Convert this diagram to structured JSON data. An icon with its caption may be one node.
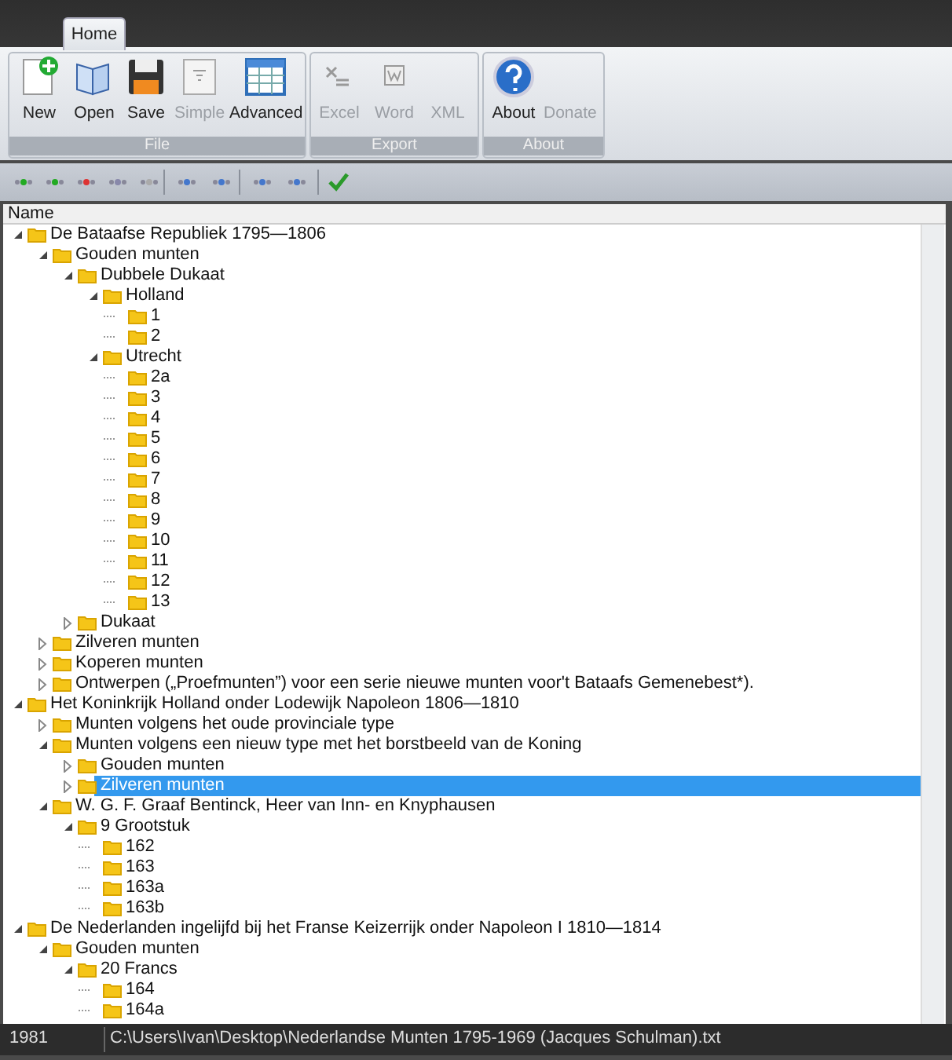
{
  "diagram": {
    "labels": [
      "Home",
      "New",
      "Open",
      "Save",
      "Simple",
      "Advanced",
      "Excel",
      "Word",
      "XML",
      "About",
      "Donate",
      "File",
      "Export",
      "About",
      "Name",
      "De Bataafse Republiek 1795—1806",
      "Gouden munten",
      "Dubbele Dukaat",
      "Holland",
      "1",
      "2",
      "Utrecht",
      "2a",
      "3",
      "4",
      "5",
      "6",
      "7",
      "8",
      "9",
      "10",
      "11",
      "12",
      "13",
      "Dukaat",
      "Zilveren munten",
      "Koperen munten",
      "Ontwerpen („Proefmunten”) voor een serie nieuwe munten voor't Bataafs Gemenebest*).",
      "Het Koninkrijk Holland onder Lodewijk Napoleon 1806—1810",
      "Munten volgens het oude provinciale type",
      "Munten volgens een nieuw type met het borstbeeld van de Koning",
      "Gouden munten",
      "Zilveren munten",
      "W. G. F. Graaf Bentinck, Heer van Inn- en Knyphausen",
      "9 Grootstuk",
      "162",
      "163",
      "163a",
      "163b",
      "De Nederlanden ingelijfd bij het Franse Keizerrijk onder Napoleon I 1810—1814",
      "Gouden munten",
      "20 Francs",
      "164",
      "164a",
      "1981",
      "C:\\Users\\Ivan\\Desktop\\Nederlandse Munten 1795-1969 (Jacques Schulman).txt"
    ]
  }
}
